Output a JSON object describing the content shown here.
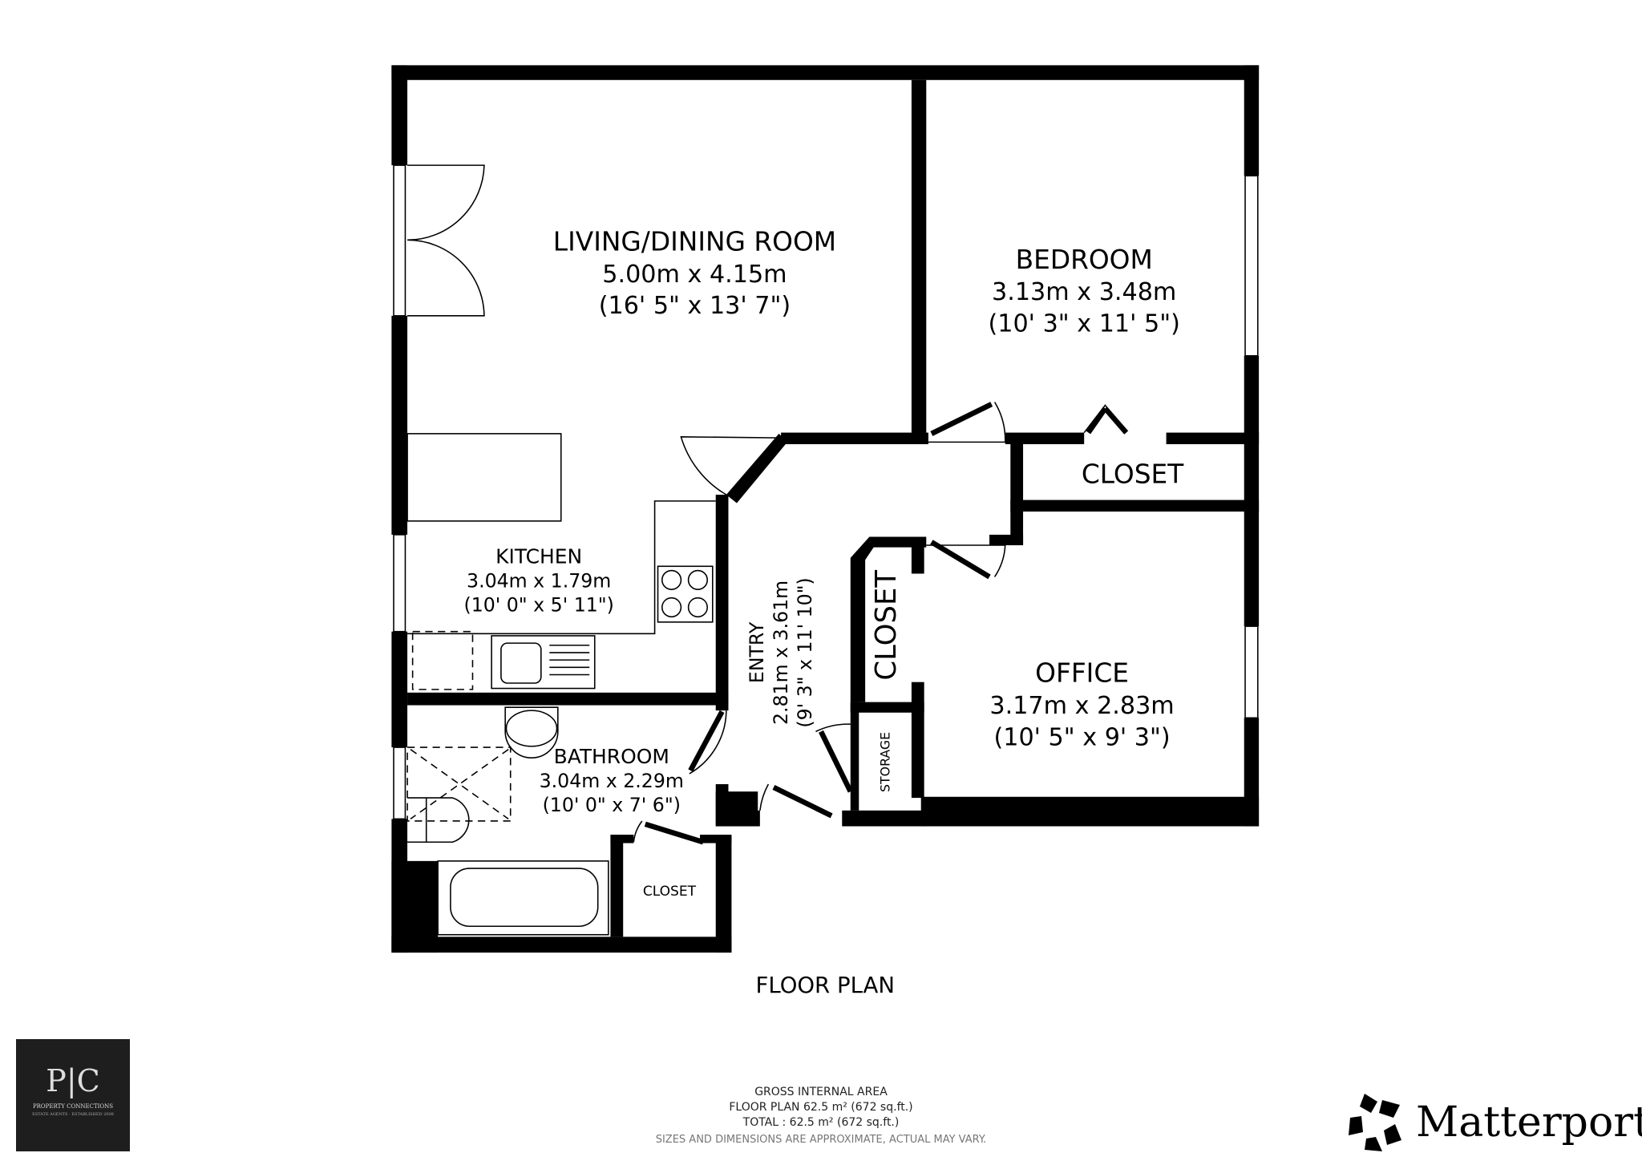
{
  "rooms": {
    "living": {
      "name": "LIVING/DINING ROOM",
      "metric": "5.00m x 4.15m",
      "imperial": "(16' 5\" x 13' 7\")"
    },
    "bedroom": {
      "name": "BEDROOM",
      "metric": "3.13m x 3.48m",
      "imperial": "(10' 3\" x 11' 5\")"
    },
    "closet_top": {
      "name": "CLOSET"
    },
    "kitchen": {
      "name": "KITCHEN",
      "metric": "3.04m x 1.79m",
      "imperial": "(10' 0\" x 5' 11\")"
    },
    "entry": {
      "name": "ENTRY",
      "metric": "2.81m x 3.61m",
      "imperial": "(9' 3\" x 11' 10\")"
    },
    "closet_hall": {
      "name": "CLOSET"
    },
    "office": {
      "name": "OFFICE",
      "metric": "3.17m x 2.83m",
      "imperial": "(10' 5\" x 9' 3\")"
    },
    "storage": {
      "name": "STORAGE"
    },
    "bathroom": {
      "name": "BATHROOM",
      "metric": "3.04m x 2.29m",
      "imperial": "(10' 0\" x 7' 6\")"
    },
    "closet_bath": {
      "name": "CLOSET"
    }
  },
  "plan_title": "FLOOR PLAN",
  "area": {
    "heading": "GROSS INTERNAL AREA",
    "floor_plan": "FLOOR PLAN 62.5 m² (672 sq.ft.)",
    "total": "TOTAL :  62.5 m² (672 sq.ft.)",
    "disclaimer": "SIZES AND DIMENSIONS ARE APPROXIMATE, ACTUAL MAY VARY."
  },
  "logos": {
    "agency": {
      "monogram": "P|C",
      "name": "PROPERTY CONNECTIONS",
      "tagline": "ESTATE AGENTS · ESTABLISHED 2008"
    },
    "brand": "Matterport"
  },
  "colors": {
    "wall": "#000000",
    "background": "#ffffff",
    "agency_logo_bg": "#1e1e1e"
  }
}
